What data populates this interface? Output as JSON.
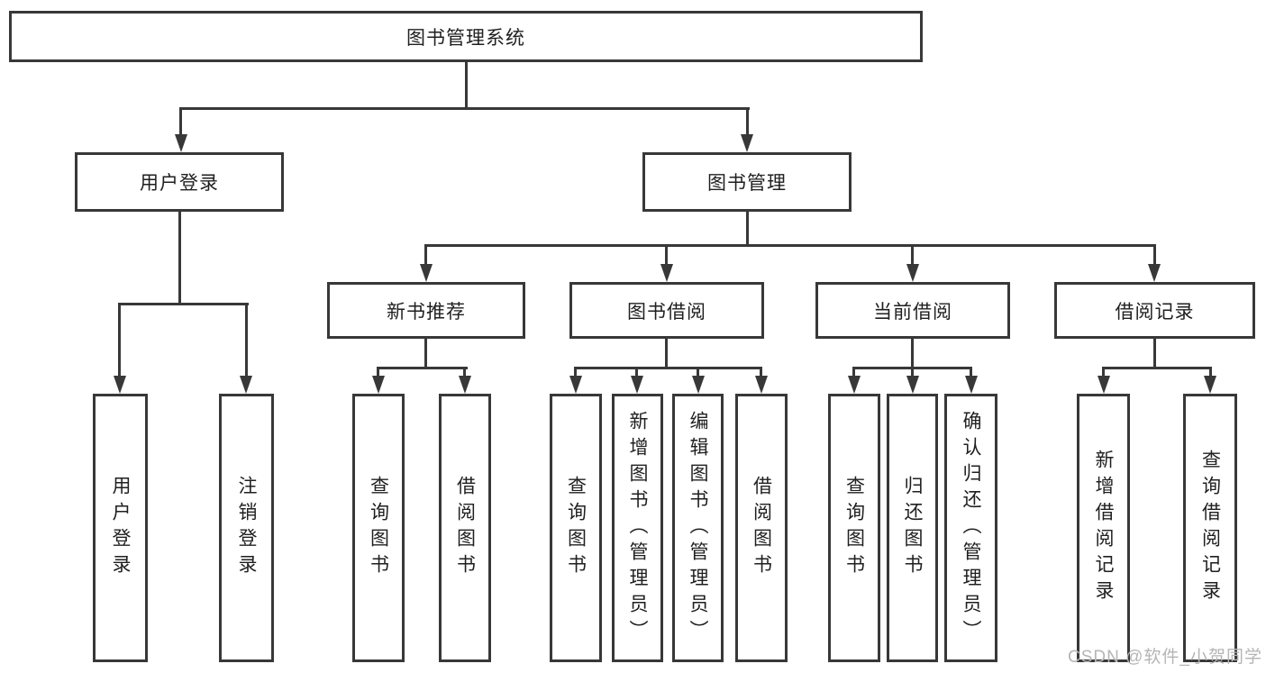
{
  "tree": {
    "root": "图书管理系统",
    "branches": [
      {
        "label": "用户登录",
        "children": [
          {
            "label": "用户登录"
          },
          {
            "label": "注销登录"
          }
        ]
      },
      {
        "label": "图书管理",
        "children": [
          {
            "label": "新书推荐",
            "children": [
              {
                "label": "查询图书"
              },
              {
                "label": "借阅图书"
              }
            ]
          },
          {
            "label": "图书借阅",
            "children": [
              {
                "label": "查询图书"
              },
              {
                "label": "新增图书（管理员）"
              },
              {
                "label": "编辑图书（管理员）"
              },
              {
                "label": "借阅图书"
              }
            ]
          },
          {
            "label": "当前借阅",
            "children": [
              {
                "label": "查询图书"
              },
              {
                "label": "归还图书"
              },
              {
                "label": "确认归还（管理员）"
              }
            ]
          },
          {
            "label": "借阅记录",
            "children": [
              {
                "label": "新增借阅记录"
              },
              {
                "label": "查询借阅记录"
              }
            ]
          }
        ]
      }
    ]
  },
  "watermark": "CSDN @软件_小贺同学",
  "colors": {
    "line": "#383838",
    "text": "#1f1f1f",
    "watermark": "#b5b5b5",
    "background": "#ffffff"
  }
}
